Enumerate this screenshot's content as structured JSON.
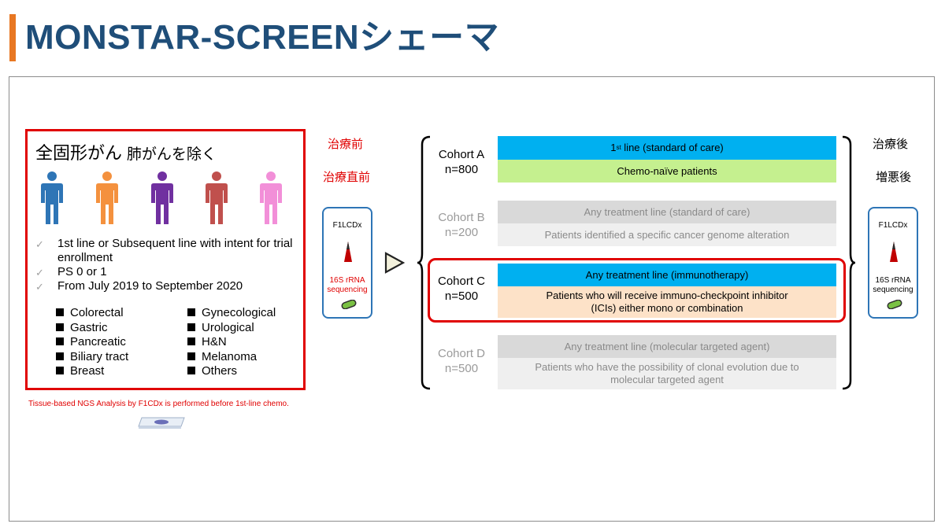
{
  "title": "MONSTAR-SCREENシェーマ",
  "left_panel": {
    "heading_main": "全固形がん",
    "heading_sub": "肺がんを除く",
    "person_colors": [
      "#2e75b6",
      "#f4913e",
      "#7030a0",
      "#c0504d",
      "#f28fd8"
    ],
    "criteria": [
      "1st line or Subsequent line with intent for trial enrollment",
      "PS 0 or 1",
      "From July 2019 to September 2020"
    ],
    "cancers_left": [
      "Colorectal",
      "Gastric",
      "Pancreatic",
      "Biliary tract",
      "Breast"
    ],
    "cancers_right": [
      "Gynecological",
      "Urological",
      "H&N",
      "Melanoma",
      "Others"
    ]
  },
  "footnote": "Tissue-based NGS Analysis by F1CDx is performed before 1st-line chemo.",
  "pre_labels": {
    "before_treatment": "治療前",
    "just_before": "治療直前"
  },
  "post_labels": {
    "after_treatment": "治療後",
    "progression": "増悪後"
  },
  "sample_card": {
    "title": "F1LCDx",
    "seq_line1": "16S rRNA",
    "seq_line2": "sequencing"
  },
  "cohorts": [
    {
      "name": "Cohort A",
      "n": "n=800",
      "line1_pre": "1",
      "line1_sup": "st",
      "line1_post": " line (standard of care)",
      "line2": "Chemo-naïve patients"
    },
    {
      "name": "Cohort B",
      "n": "n=200",
      "line1": "Any treatment line (standard of care)",
      "line2": "Patients identified a specific cancer genome alteration"
    },
    {
      "name": "Cohort C",
      "n": "n=500",
      "line1": "Any treatment line (immunotherapy)",
      "line2a": "Patients who will receive immuno-checkpoint inhibitor",
      "line2b": "(ICIs) either mono or combination"
    },
    {
      "name": "Cohort D",
      "n": "n=500",
      "line1": "Any treatment line (molecular targeted agent)",
      "line2a": "Patients who have the possibility of clonal evolution due to",
      "line2b": "molecular targeted agent"
    }
  ],
  "colors": {
    "accent_red": "#e00000",
    "title_blue": "#1f4e79",
    "bar_blue": "#00b0f0",
    "bar_green": "#c5f08f",
    "bar_peach": "#fde2c8",
    "card_border": "#2e75b6"
  }
}
